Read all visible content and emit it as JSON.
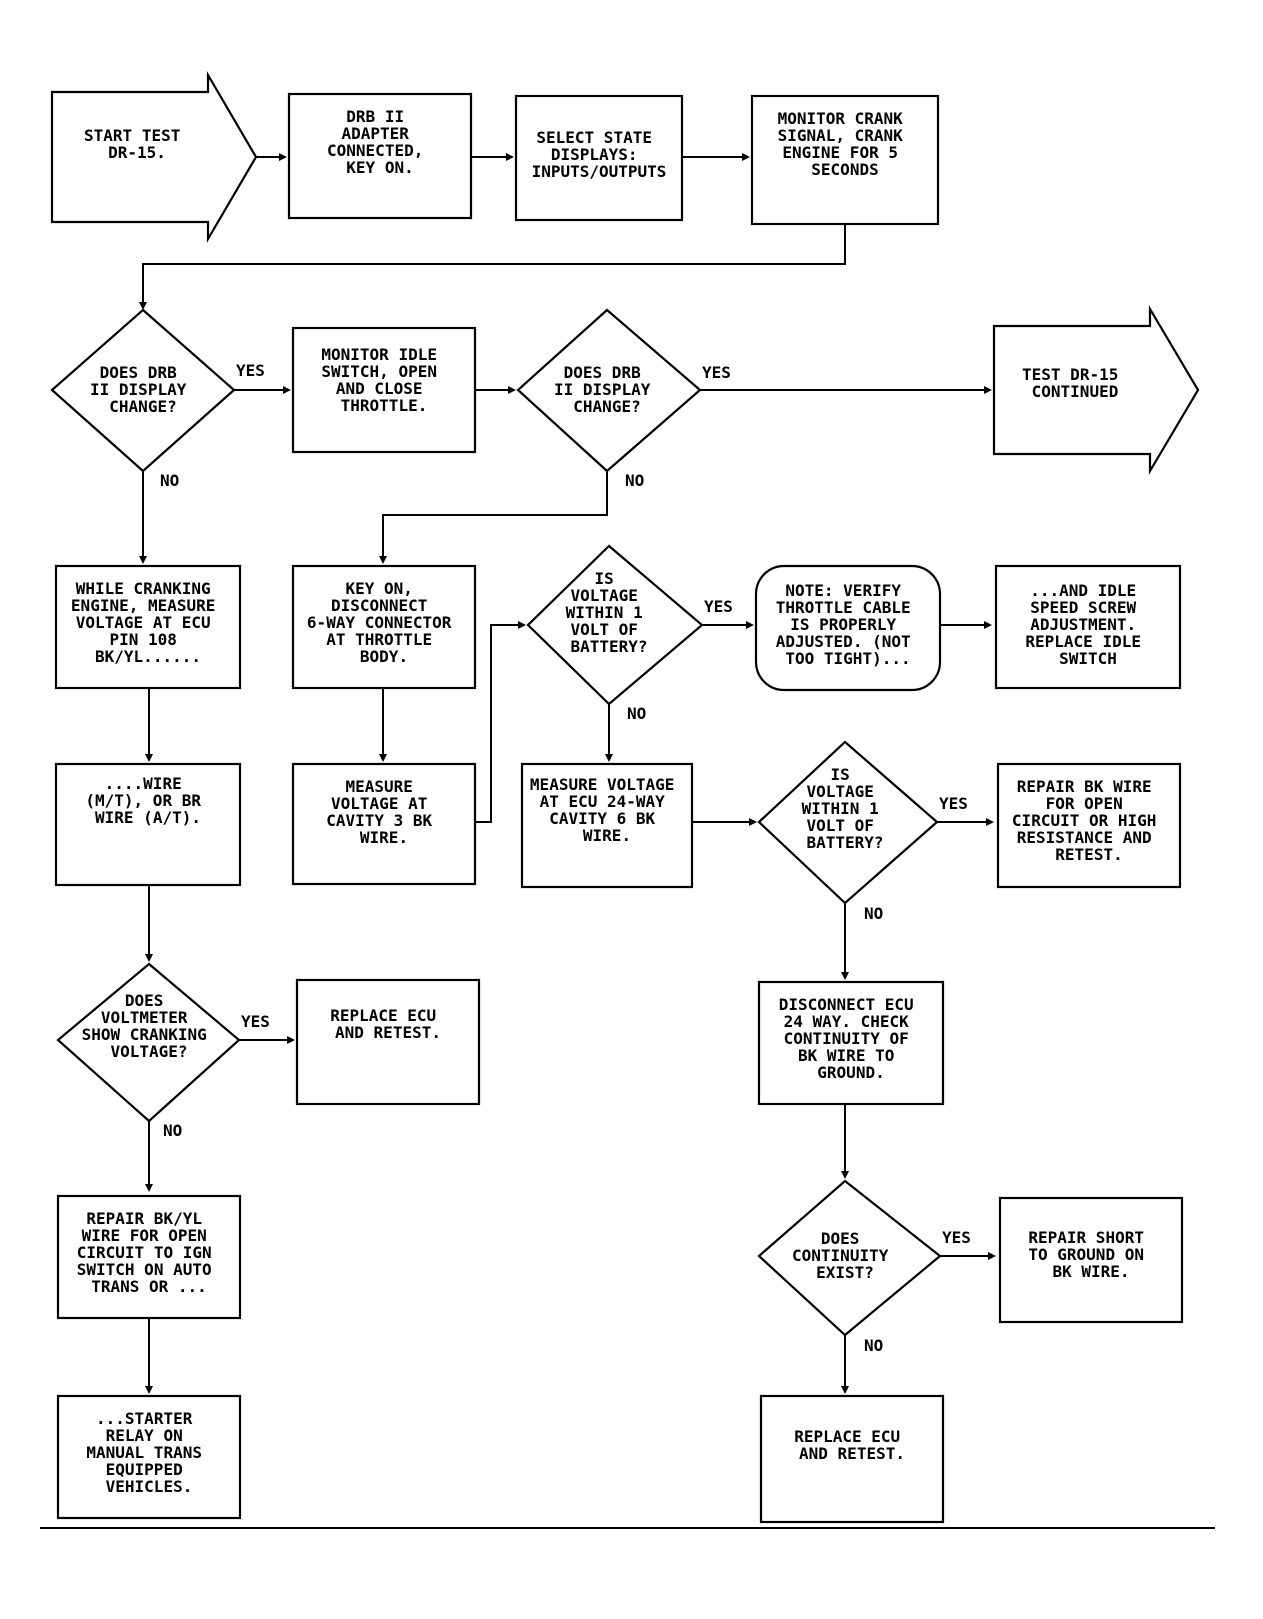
{
  "nodes": {
    "start": [
      "START TEST",
      "DR-15."
    ],
    "adapter": [
      "DRB II",
      "ADAPTER",
      "CONNECTED,",
      "KEY ON."
    ],
    "select_state": [
      "SELECT STATE",
      "DISPLAYS:",
      "INPUTS/OUTPUTS"
    ],
    "monitor_crank": [
      "MONITOR CRANK",
      "SIGNAL, CRANK",
      "ENGINE FOR 5",
      "SECONDS"
    ],
    "decision_display_1": [
      "DOES DRB",
      "II DISPLAY",
      "CHANGE?"
    ],
    "monitor_idle": [
      "MONITOR IDLE",
      "SWITCH, OPEN",
      "AND CLOSE",
      "THROTTLE."
    ],
    "decision_display_2": [
      "DOES DRB",
      "II DISPLAY",
      "CHANGE?"
    ],
    "continued": [
      "TEST DR-15",
      "CONTINUED"
    ],
    "while_cranking": [
      "WHILE CRANKING",
      "ENGINE, MEASURE",
      "VOLTAGE AT ECU",
      "PIN 108",
      "BK/YL......"
    ],
    "key_on_disconnect": [
      "KEY ON,",
      "DISCONNECT",
      "6-WAY CONNECTOR",
      "AT THROTTLE",
      "BODY."
    ],
    "decision_voltage_1": [
      "IS",
      "VOLTAGE",
      "WITHIN 1",
      "VOLT OF",
      "BATTERY?"
    ],
    "note_verify": [
      "NOTE: VERIFY",
      "THROTTLE CABLE",
      "IS PROPERLY",
      "ADJUSTED. (NOT",
      "TOO TIGHT)..."
    ],
    "idle_speed": [
      "...AND IDLE",
      "SPEED SCREW",
      "ADJUSTMENT.",
      "REPLACE IDLE",
      "SWITCH"
    ],
    "wire_mt": [
      "....WIRE",
      "(M/T), OR BR",
      "WIRE (A/T)."
    ],
    "measure_cavity3": [
      "MEASURE",
      "VOLTAGE AT",
      "CAVITY 3 BK",
      "WIRE."
    ],
    "measure_ecu24": [
      "MEASURE VOLTAGE",
      "AT ECU 24-WAY",
      "CAVITY 6 BK",
      "WIRE."
    ],
    "decision_voltage_2": [
      "IS",
      "VOLTAGE",
      "WITHIN 1",
      "VOLT OF",
      "BATTERY?"
    ],
    "repair_bk_open": [
      "REPAIR BK WIRE",
      "FOR OPEN",
      "CIRCUIT OR HIGH",
      "RESISTANCE AND",
      "RETEST."
    ],
    "decision_voltmeter": [
      "DOES",
      "VOLTMETER",
      "SHOW CRANKING",
      "VOLTAGE?"
    ],
    "replace_ecu_1": [
      "REPLACE ECU",
      "AND RETEST."
    ],
    "disconnect_ecu24": [
      "DISCONNECT ECU",
      "24 WAY. CHECK",
      "CONTINUITY OF",
      "BK WIRE TO",
      "GROUND."
    ],
    "repair_bkyl": [
      "REPAIR BK/YL",
      "WIRE FOR OPEN",
      "CIRCUIT TO IGN",
      "SWITCH ON AUTO",
      "TRANS OR ..."
    ],
    "decision_continuity": [
      "DOES",
      "CONTINUITY",
      "EXIST?"
    ],
    "repair_short": [
      "REPAIR SHORT",
      "TO GROUND ON",
      "BK WIRE."
    ],
    "starter_relay": [
      "...STARTER",
      "RELAY ON",
      "MANUAL TRANS",
      "EQUIPPED",
      "VEHICLES."
    ],
    "replace_ecu_2": [
      "REPLACE ECU",
      "AND RETEST."
    ]
  },
  "labels": {
    "yes": "YES",
    "no": "NO"
  }
}
